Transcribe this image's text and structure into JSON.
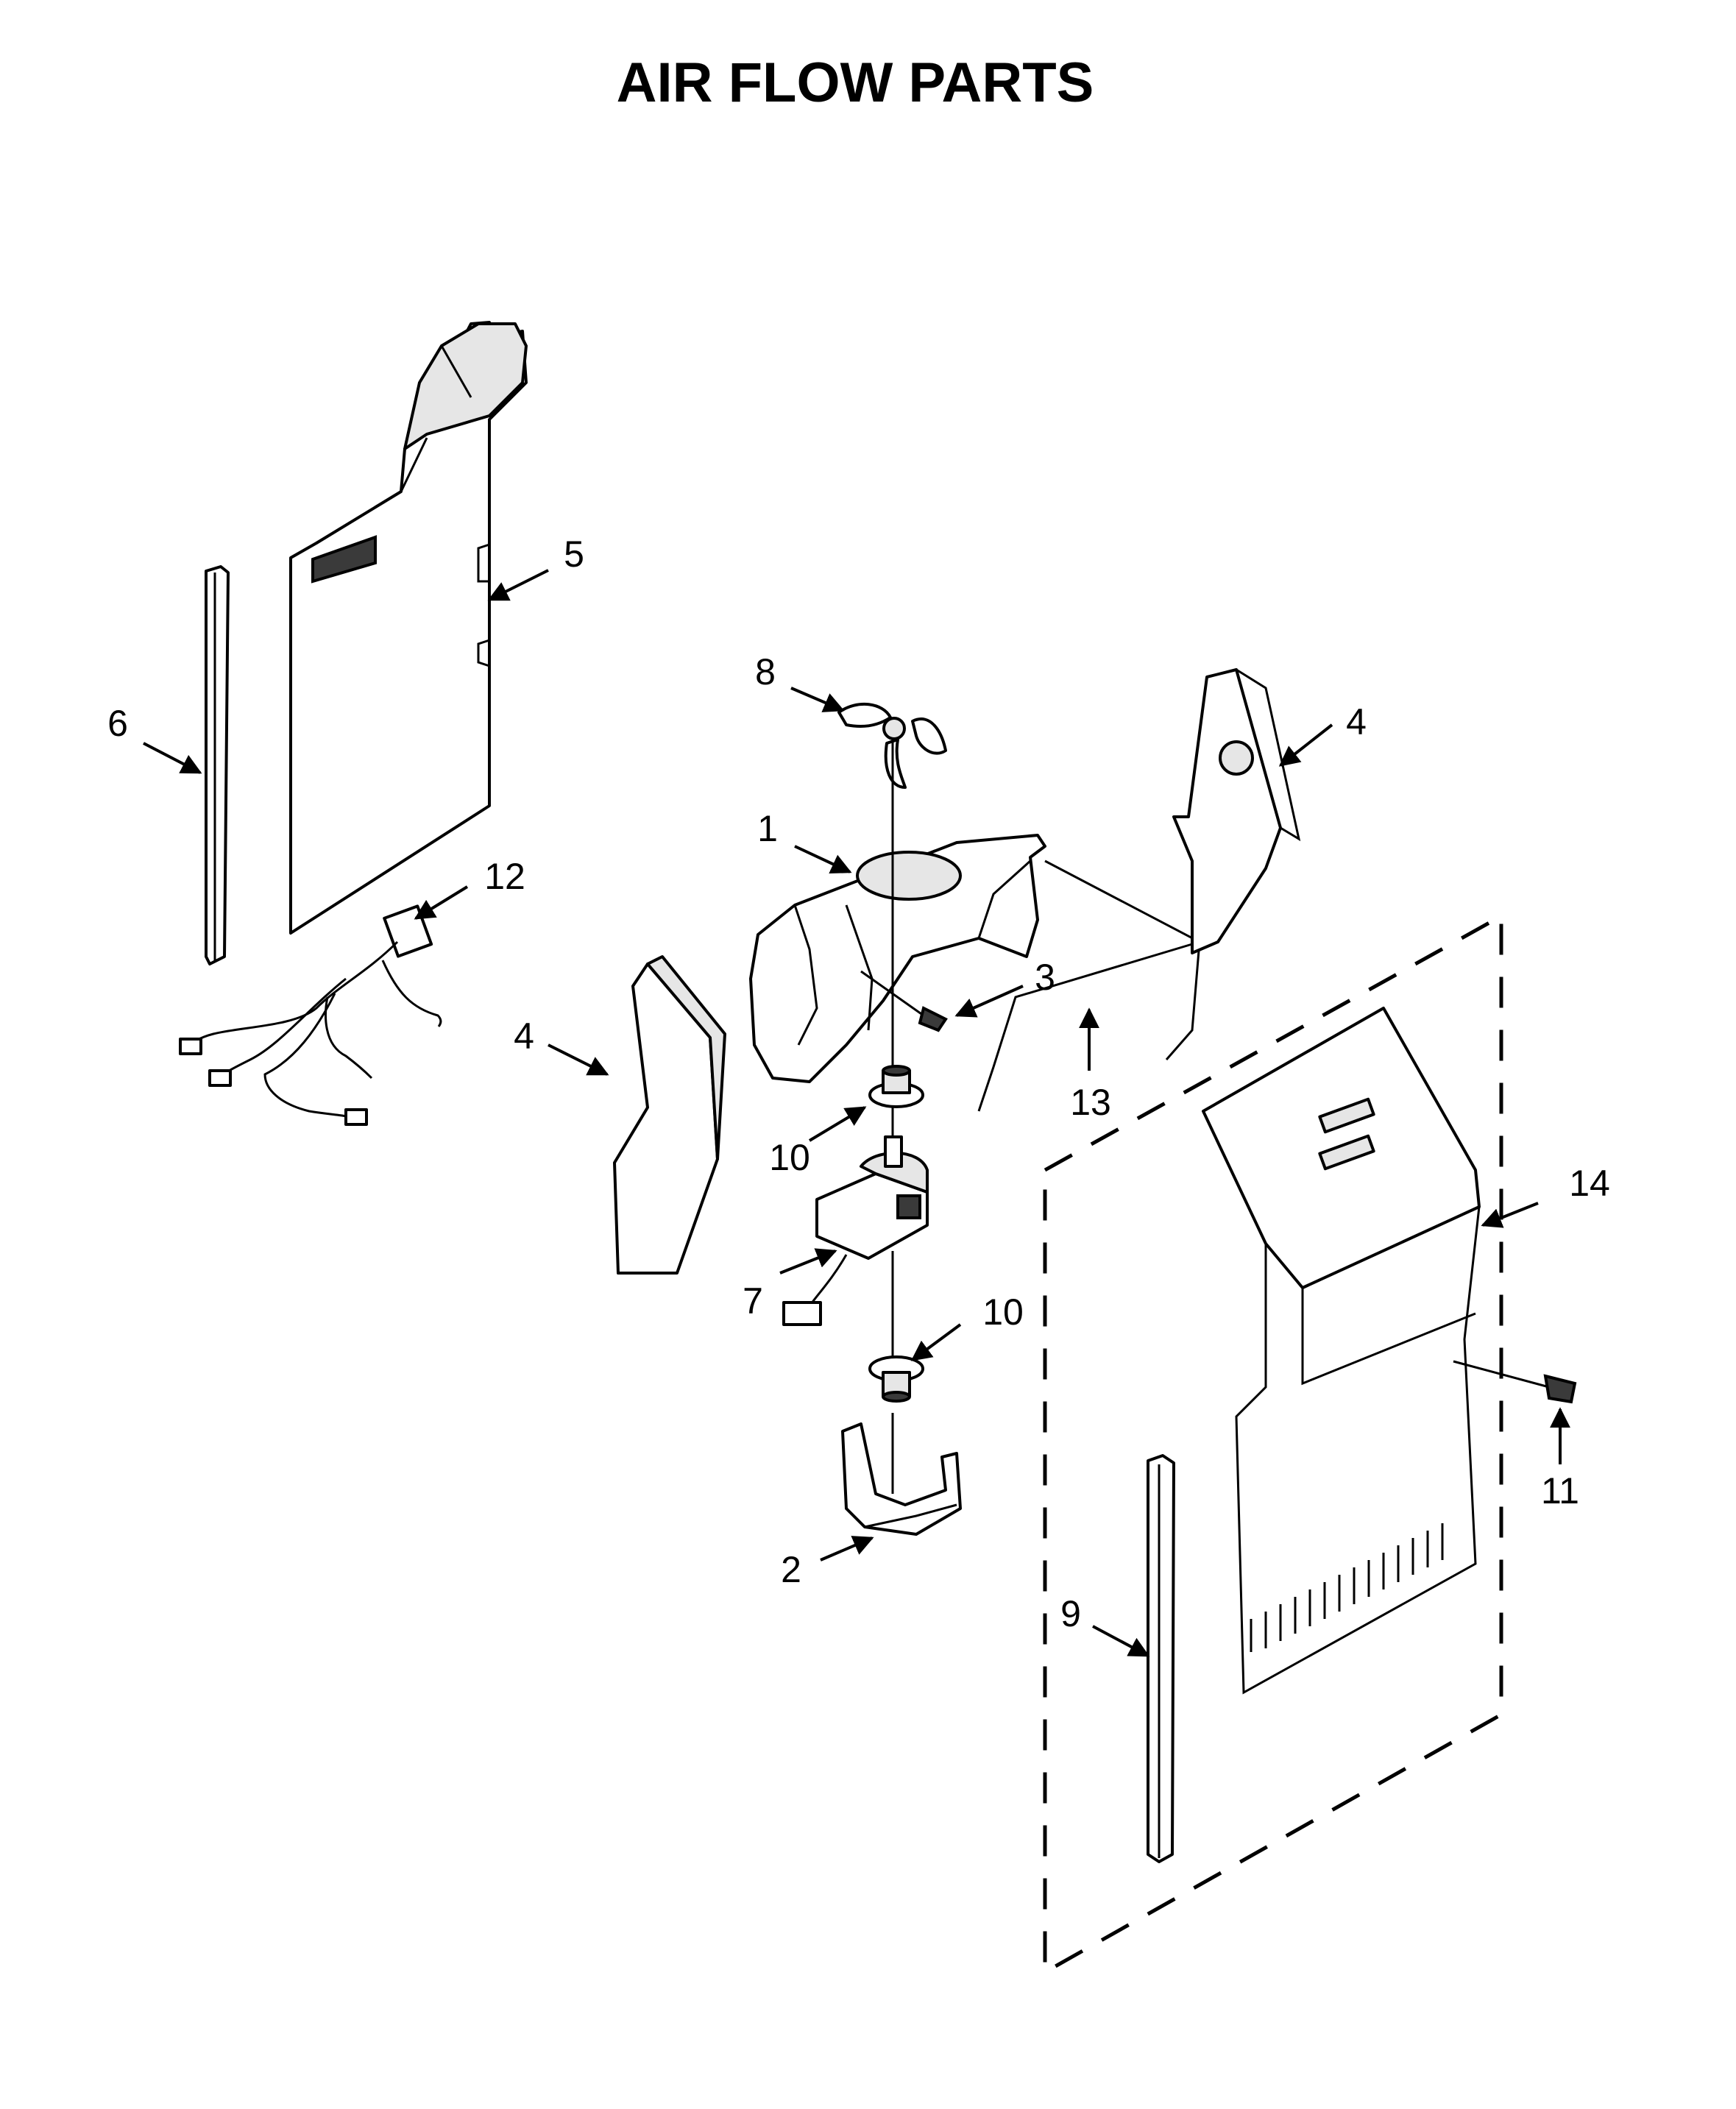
{
  "title": "AIR FLOW PARTS",
  "callouts": {
    "c1": "1",
    "c2": "2",
    "c3": "3",
    "c4a": "4",
    "c4b": "4",
    "c5": "5",
    "c6": "6",
    "c7": "7",
    "c8": "8",
    "c9": "9",
    "c10a": "10",
    "c10b": "10",
    "c11": "11",
    "c12": "12",
    "c13": "13",
    "c14": "14"
  },
  "colors": {
    "ink": "#000000",
    "background": "#ffffff",
    "shade": "#e6e6e6"
  }
}
